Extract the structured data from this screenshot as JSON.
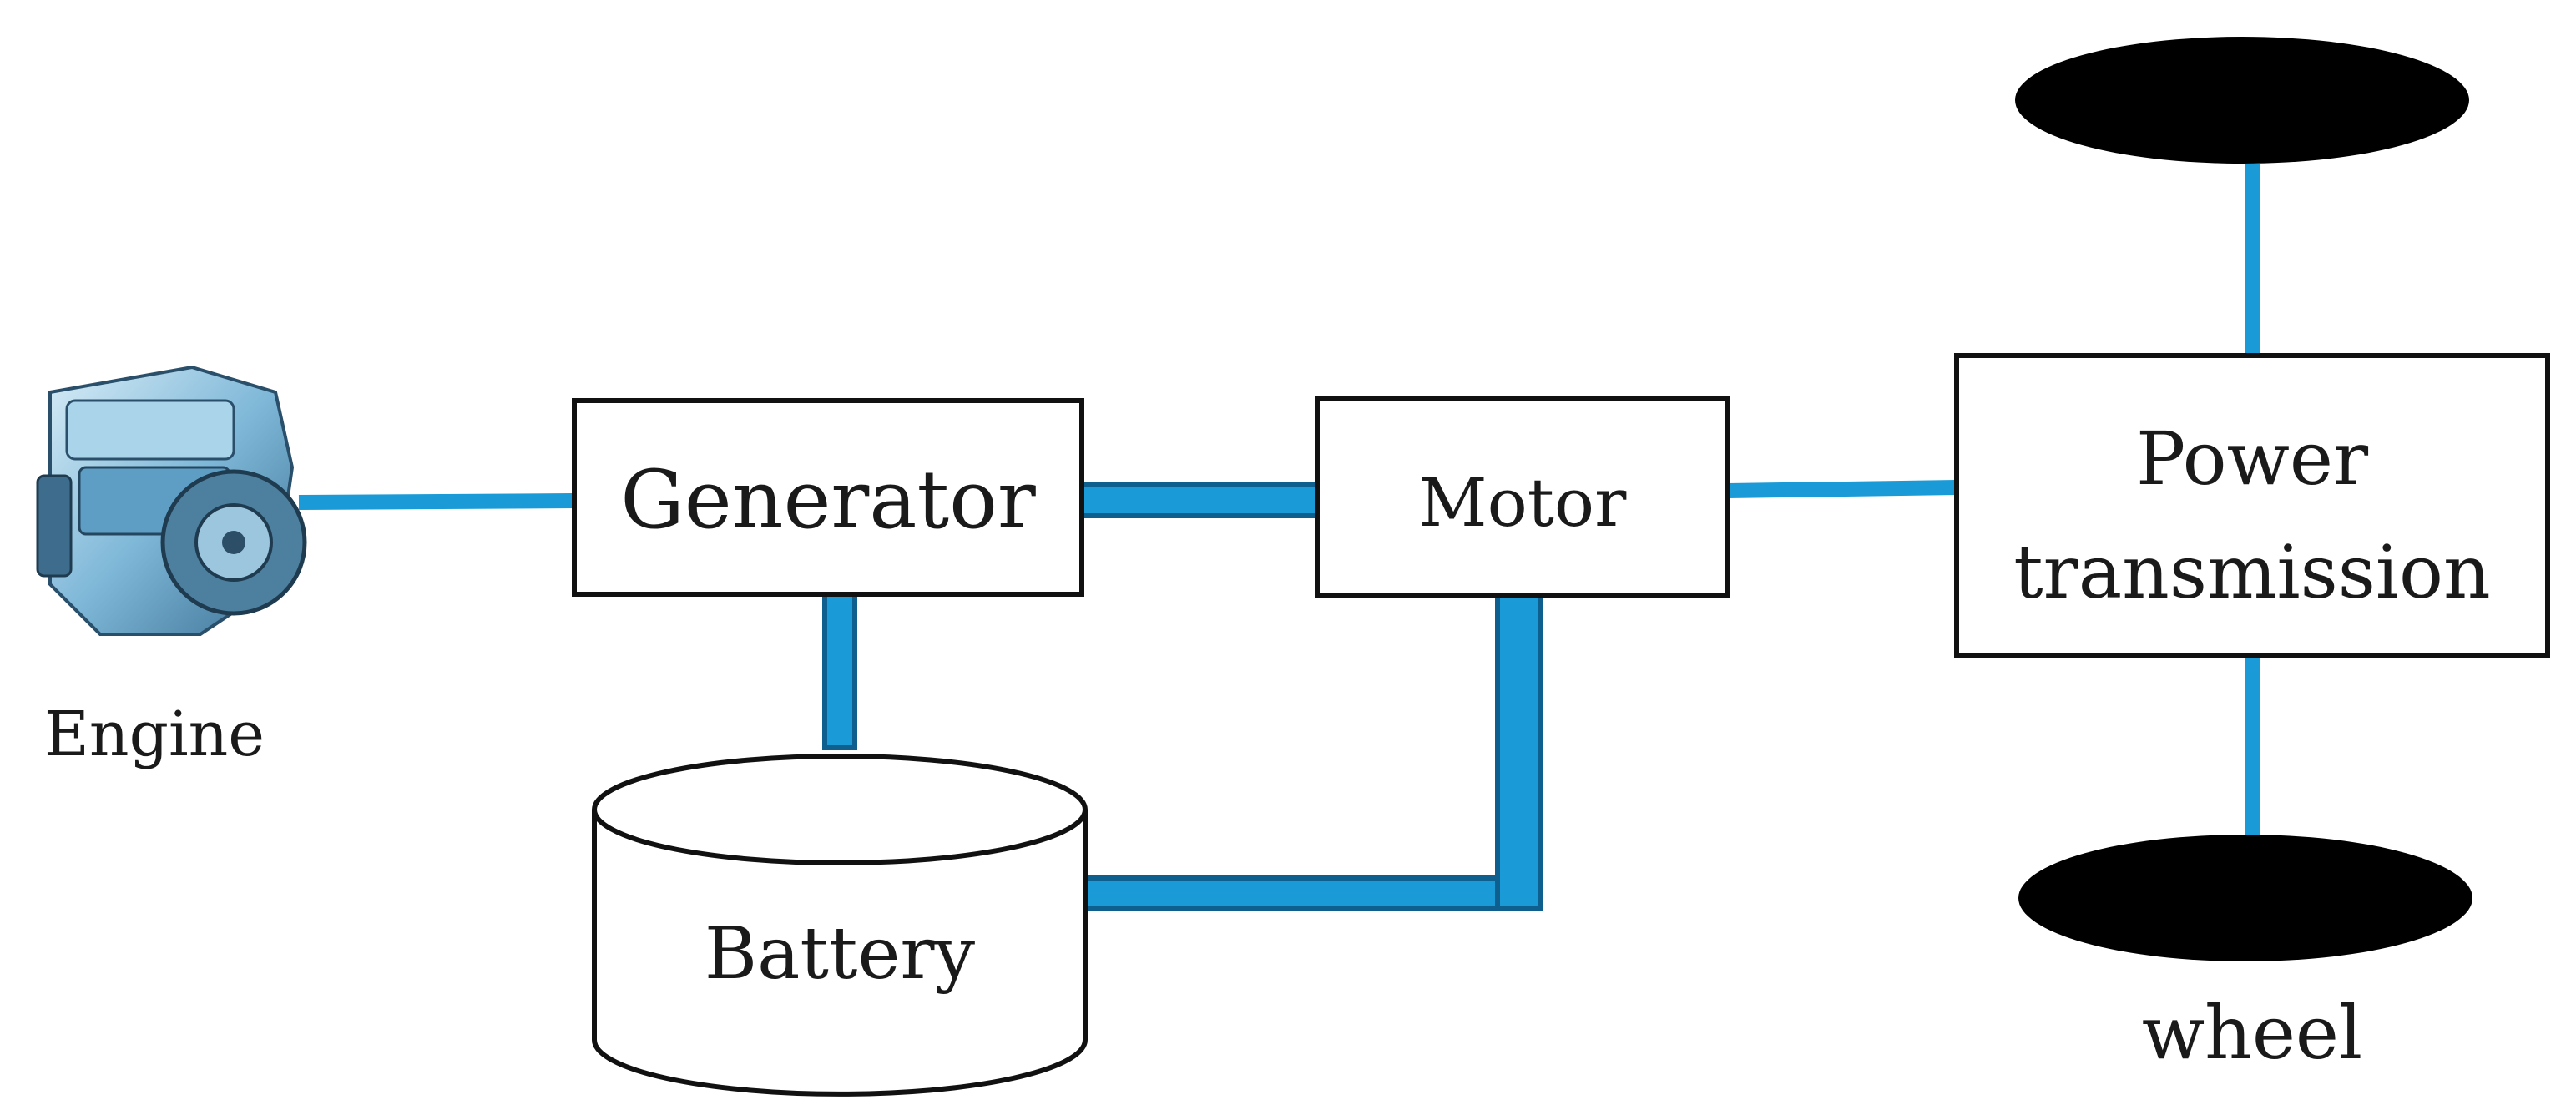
{
  "diagram": {
    "nodes": {
      "engine": {
        "label": "Engine"
      },
      "generator": {
        "label": "Generator"
      },
      "motor": {
        "label": "Motor"
      },
      "battery": {
        "label": "Battery"
      },
      "power_transmission": {
        "label_line1": "Power",
        "label_line2": "transmission"
      },
      "wheel": {
        "label": "wheel"
      }
    },
    "links": [
      {
        "from": "engine",
        "to": "generator",
        "kind": "mechanical"
      },
      {
        "from": "generator",
        "to": "motor",
        "kind": "electrical"
      },
      {
        "from": "generator",
        "to": "battery",
        "kind": "electrical"
      },
      {
        "from": "battery",
        "to": "motor",
        "kind": "electrical"
      },
      {
        "from": "motor",
        "to": "power_transmission",
        "kind": "mechanical"
      },
      {
        "from": "power_transmission",
        "to": "wheel",
        "kind": "mechanical"
      }
    ],
    "colors": {
      "mechanical_link": "#1a9ad6",
      "electrical_link": "#1a9ad6",
      "electrical_link_edge": "#0f5f8e",
      "box_stroke": "#111111",
      "wheel_fill": "#000000"
    }
  }
}
